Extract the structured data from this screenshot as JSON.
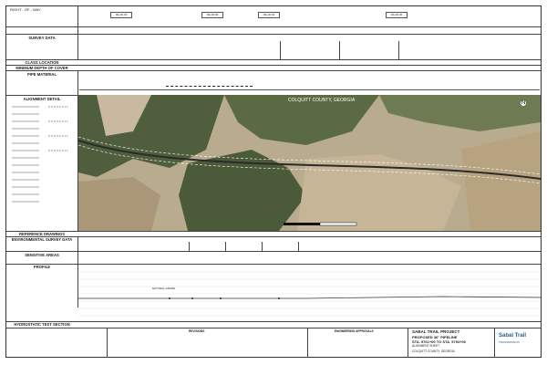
{
  "header": {
    "right_of_way": "RIGHT - OF - WAY",
    "tags": [
      "00+00.00",
      "00+00.00",
      "00+00.00",
      "00+00.00"
    ]
  },
  "sections": {
    "survey_data": "SURVEY DATA",
    "class_location": "CLASS LOCATION",
    "min_depth": "MINIMUM DEPTH OF COVER",
    "pipe_material": "PIPE MATERIAL",
    "alignment_detail": "ALIGNMENT DETAIL",
    "reference_drawings": "REFERENCE DRAWINGS",
    "env_survey": "ENVIRONMENTAL SURVEY DATA",
    "sensitive_areas": "SENSITIVE AREAS",
    "profile": "PROFILE",
    "hydro": "HYDROSTATIC TEST SECTION"
  },
  "map": {
    "county": "COLQUITT COUNTY, GEORGIA",
    "natural_grade": "NATURAL GRADE",
    "north_label": "N"
  },
  "title_block": {
    "revisions": "REVISIONS",
    "eng_approvals": "ENGINEERING APPROVALS",
    "project": "SABAL TRAIL PROJECT",
    "pipeline": "PROPOSED 36\" PIPELINE",
    "station": "STA. 9761+00 TO STA. 9794+00",
    "sheet": "ALIGNMENT SHEET",
    "county": "COLQUITT COUNTY, GEORGIA",
    "logo_top": "Sabal Trail",
    "logo_bottom": "TRANSMISSION"
  },
  "colors": {
    "line": "#333333",
    "map_dark": "#4a5a3a",
    "map_light": "#c9b9a0",
    "logo_blue": "#1f5f8b"
  }
}
